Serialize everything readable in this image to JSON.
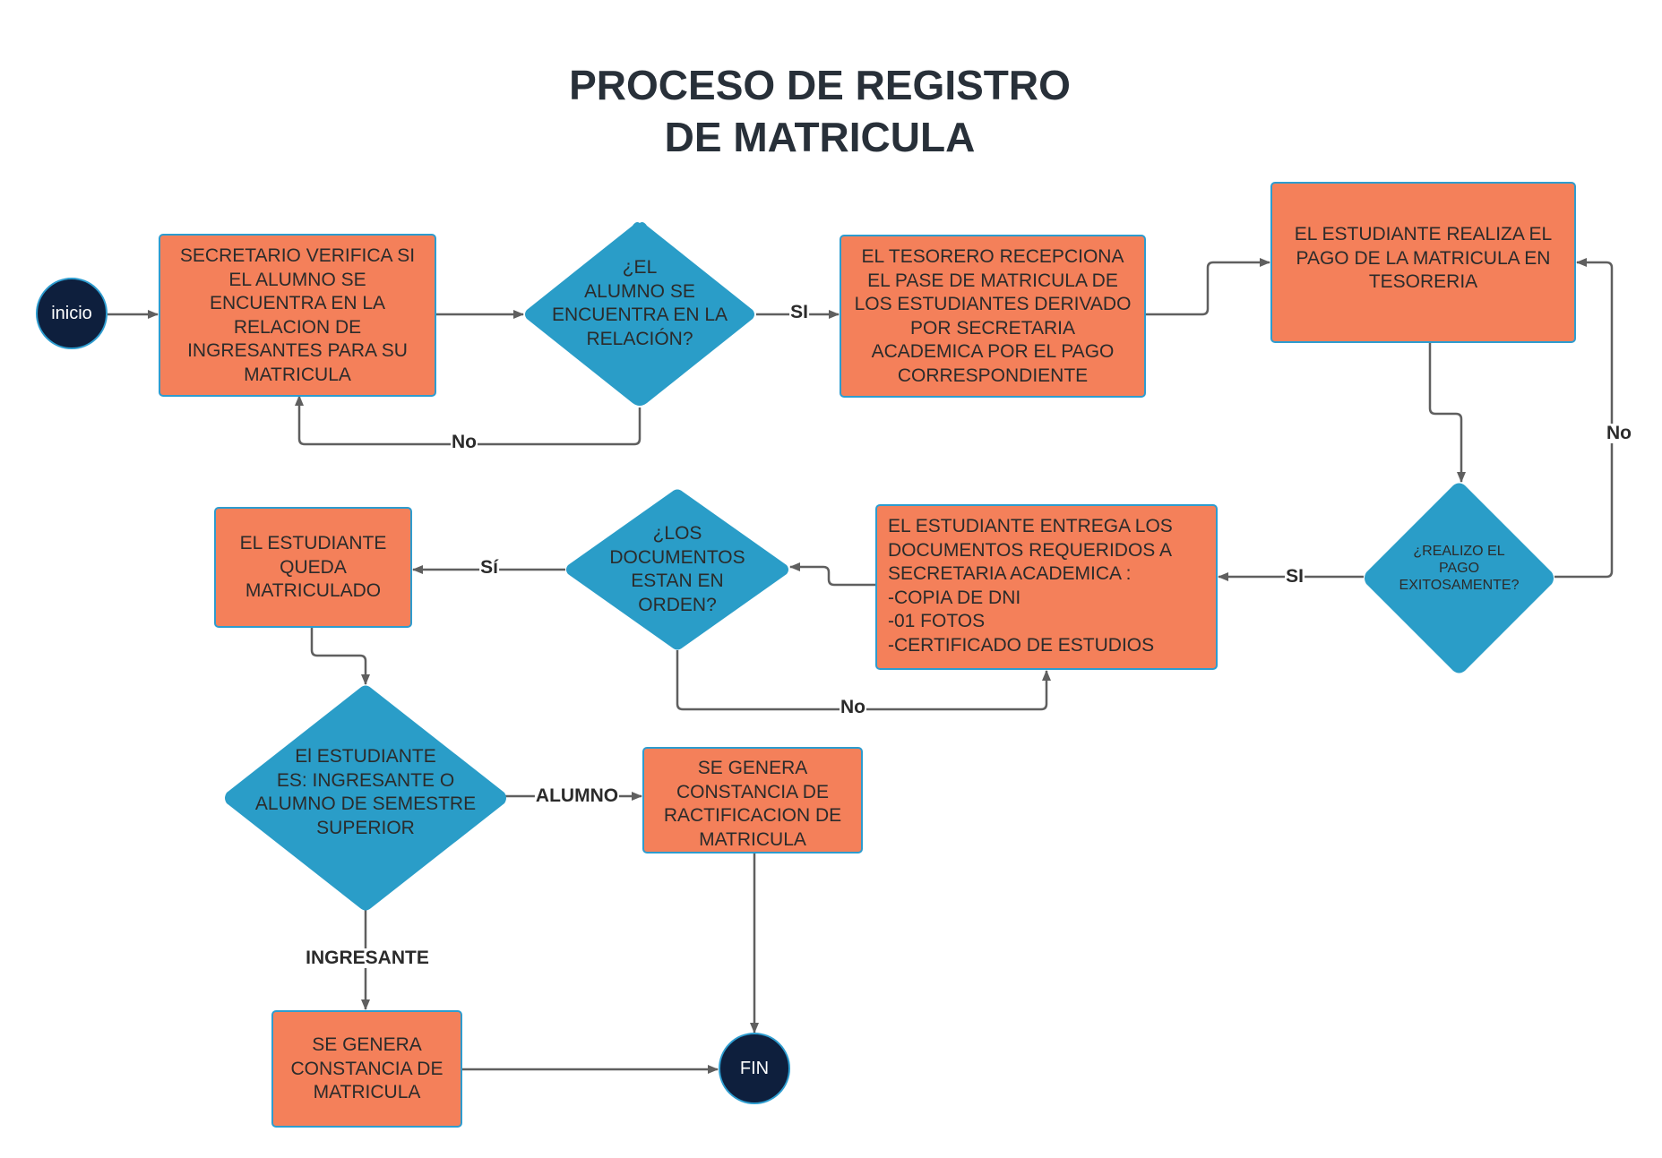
{
  "title": {
    "line1": "PROCESO DE REGISTRO",
    "line2": "DE MATRICULA"
  },
  "colors": {
    "process_fill": "#f4805a",
    "decision_fill": "#2a9dc8",
    "terminal_fill": "#0e1f3d",
    "border": "#2d9ccf",
    "connector": "#5f5f5f",
    "text": "#2b2b2b"
  },
  "nodes": {
    "start": {
      "label": "inicio"
    },
    "verify": {
      "lines": [
        "SECRETARIO VERIFICA SI",
        "EL ALUMNO SE",
        "ENCUENTRA EN LA",
        "RELACION DE",
        "INGRESANTES PARA SU",
        "MATRICULA"
      ]
    },
    "in_list": {
      "lines": [
        "¿EL",
        "ALUMNO SE",
        "ENCUENTRA EN LA",
        "RELACIÓN?"
      ]
    },
    "treasurer": {
      "lines": [
        "EL TESORERO RECEPCIONA",
        "EL PASE DE MATRICULA DE",
        "LOS ESTUDIANTES DERIVADO",
        "POR SECRETARIA",
        "ACADEMICA POR EL PAGO",
        "CORRESPONDIENTE"
      ]
    },
    "payment": {
      "lines": [
        "EL ESTUDIANTE REALIZA EL",
        "PAGO DE LA MATRICULA EN",
        "TESORERIA"
      ]
    },
    "paid_ok": {
      "lines": [
        "¿REALIZO EL",
        "PAGO",
        "EXITOSAMENTE?"
      ]
    },
    "documents": {
      "lines": [
        "EL ESTUDIANTE ENTREGA LOS",
        "DOCUMENTOS REQUERIDOS A",
        "SECRETARIA ACADEMICA :",
        "-COPIA DE DNI",
        "-01 FOTOS",
        "-CERTIFICADO DE ESTUDIOS"
      ]
    },
    "docs_ok": {
      "lines": [
        "¿LOS",
        "DOCUMENTOS",
        "ESTAN EN",
        "ORDEN?"
      ]
    },
    "enrolled": {
      "lines": [
        "EL ESTUDIANTE",
        "QUEDA",
        "MATRICULADO"
      ]
    },
    "student_type": {
      "lines": [
        "El ESTUDIANTE",
        "ES: INGRESANTE O",
        "ALUMNO DE SEMESTRE",
        "SUPERIOR"
      ]
    },
    "rectification": {
      "lines": [
        "SE GENERA",
        "CONSTANCIA DE",
        "RACTIFICACION DE",
        "MATRICULA"
      ]
    },
    "certificate": {
      "lines": [
        "SE GENERA",
        "CONSTANCIA DE",
        "MATRICULA"
      ]
    },
    "end": {
      "label": "FIN"
    }
  },
  "edge_labels": {
    "in_list_yes": "SI",
    "in_list_no": "No",
    "paid_yes": "SI",
    "paid_no": "No",
    "docs_yes": "Sí",
    "docs_no": "No",
    "type_alumno": "ALUMNO",
    "type_ingresante": "INGRESANTE"
  }
}
